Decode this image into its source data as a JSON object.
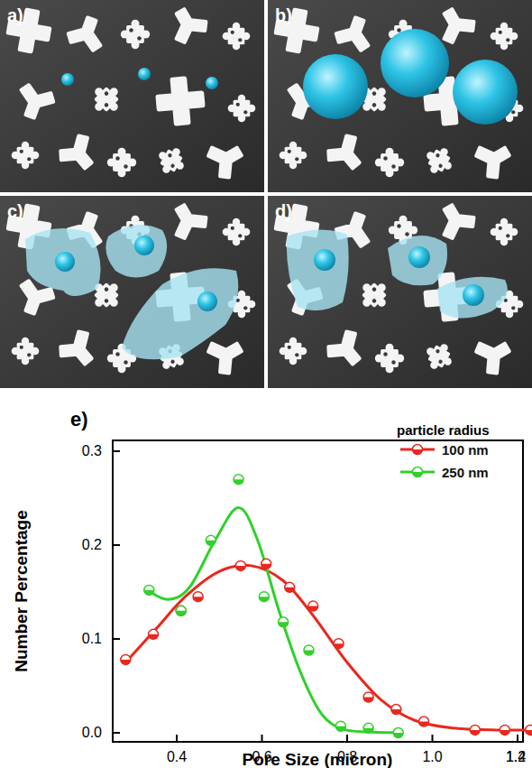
{
  "diagram": {
    "labels": [
      "a)",
      "b)",
      "c)",
      "d)",
      "e)",
      "Number Percentage",
      "Pore Size (micron)",
      "particle radius",
      "0.0",
      "0.1",
      "0.2",
      "0.3",
      "0.4",
      "0.6",
      "0.8",
      "1.0",
      "1.2",
      "1.4"
    ],
    "legend": [
      {
        "text": "100 nm"
      },
      {
        "text": "250 nm"
      }
    ]
  }
}
